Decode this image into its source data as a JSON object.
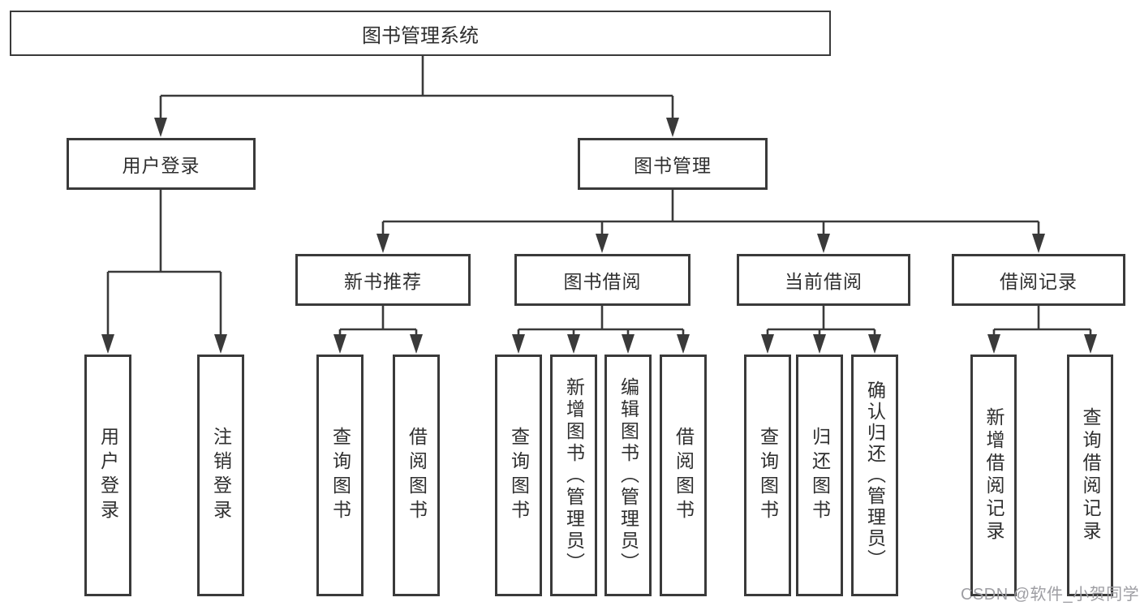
{
  "title": "图书管理系统",
  "watermark": "CSDN @软件_小贺同学",
  "colors": {
    "line": "#3a3a3a",
    "box_border": "#3a3a3a",
    "text": "#2f2f2f",
    "background": "#ffffff",
    "watermark": "#9e9ea3"
  },
  "nodes": {
    "root": {
      "label": "图书管理系统",
      "level": 1,
      "parent": null
    },
    "userLogin": {
      "label": "用户登录",
      "level": 2,
      "parent": "root"
    },
    "bookMgmt": {
      "label": "图书管理",
      "level": 2,
      "parent": "root"
    },
    "newBookRec": {
      "label": "新书推荐",
      "level": 3,
      "parent": "bookMgmt"
    },
    "bookBorrow": {
      "label": "图书借阅",
      "level": 3,
      "parent": "bookMgmt"
    },
    "currentBorrow": {
      "label": "当前借阅",
      "level": 3,
      "parent": "bookMgmt"
    },
    "borrowRecord": {
      "label": "借阅记录",
      "level": 3,
      "parent": "bookMgmt"
    },
    "loginLeaf": {
      "label": "用户登录",
      "level": 4,
      "parent": "userLogin"
    },
    "logoutLeaf": {
      "label": "注销登录",
      "level": 4,
      "parent": "userLogin"
    },
    "queryBookRec": {
      "label": "查询图书",
      "level": 4,
      "parent": "newBookRec"
    },
    "borrowBookRec": {
      "label": "借阅图书",
      "level": 4,
      "parent": "newBookRec"
    },
    "queryBookBorrow": {
      "label": "查询图书",
      "level": 4,
      "parent": "bookBorrow"
    },
    "addBook": {
      "label": "新增图书（管理员）",
      "level": 4,
      "parent": "bookBorrow"
    },
    "editBook": {
      "label": "编辑图书（管理员）",
      "level": 4,
      "parent": "bookBorrow"
    },
    "borrowBook": {
      "label": "借阅图书",
      "level": 4,
      "parent": "bookBorrow"
    },
    "queryBookCurrent": {
      "label": "查询图书",
      "level": 4,
      "parent": "currentBorrow"
    },
    "returnBook": {
      "label": "归还图书",
      "level": 4,
      "parent": "currentBorrow"
    },
    "confirmReturn": {
      "label": "确认归还（管理员）",
      "level": 4,
      "parent": "currentBorrow"
    },
    "addBorrowRecord": {
      "label": "新增借阅记录",
      "level": 4,
      "parent": "borrowRecord"
    },
    "queryBorrowRecord": {
      "label": "查询借阅记录",
      "level": 4,
      "parent": "borrowRecord"
    }
  }
}
